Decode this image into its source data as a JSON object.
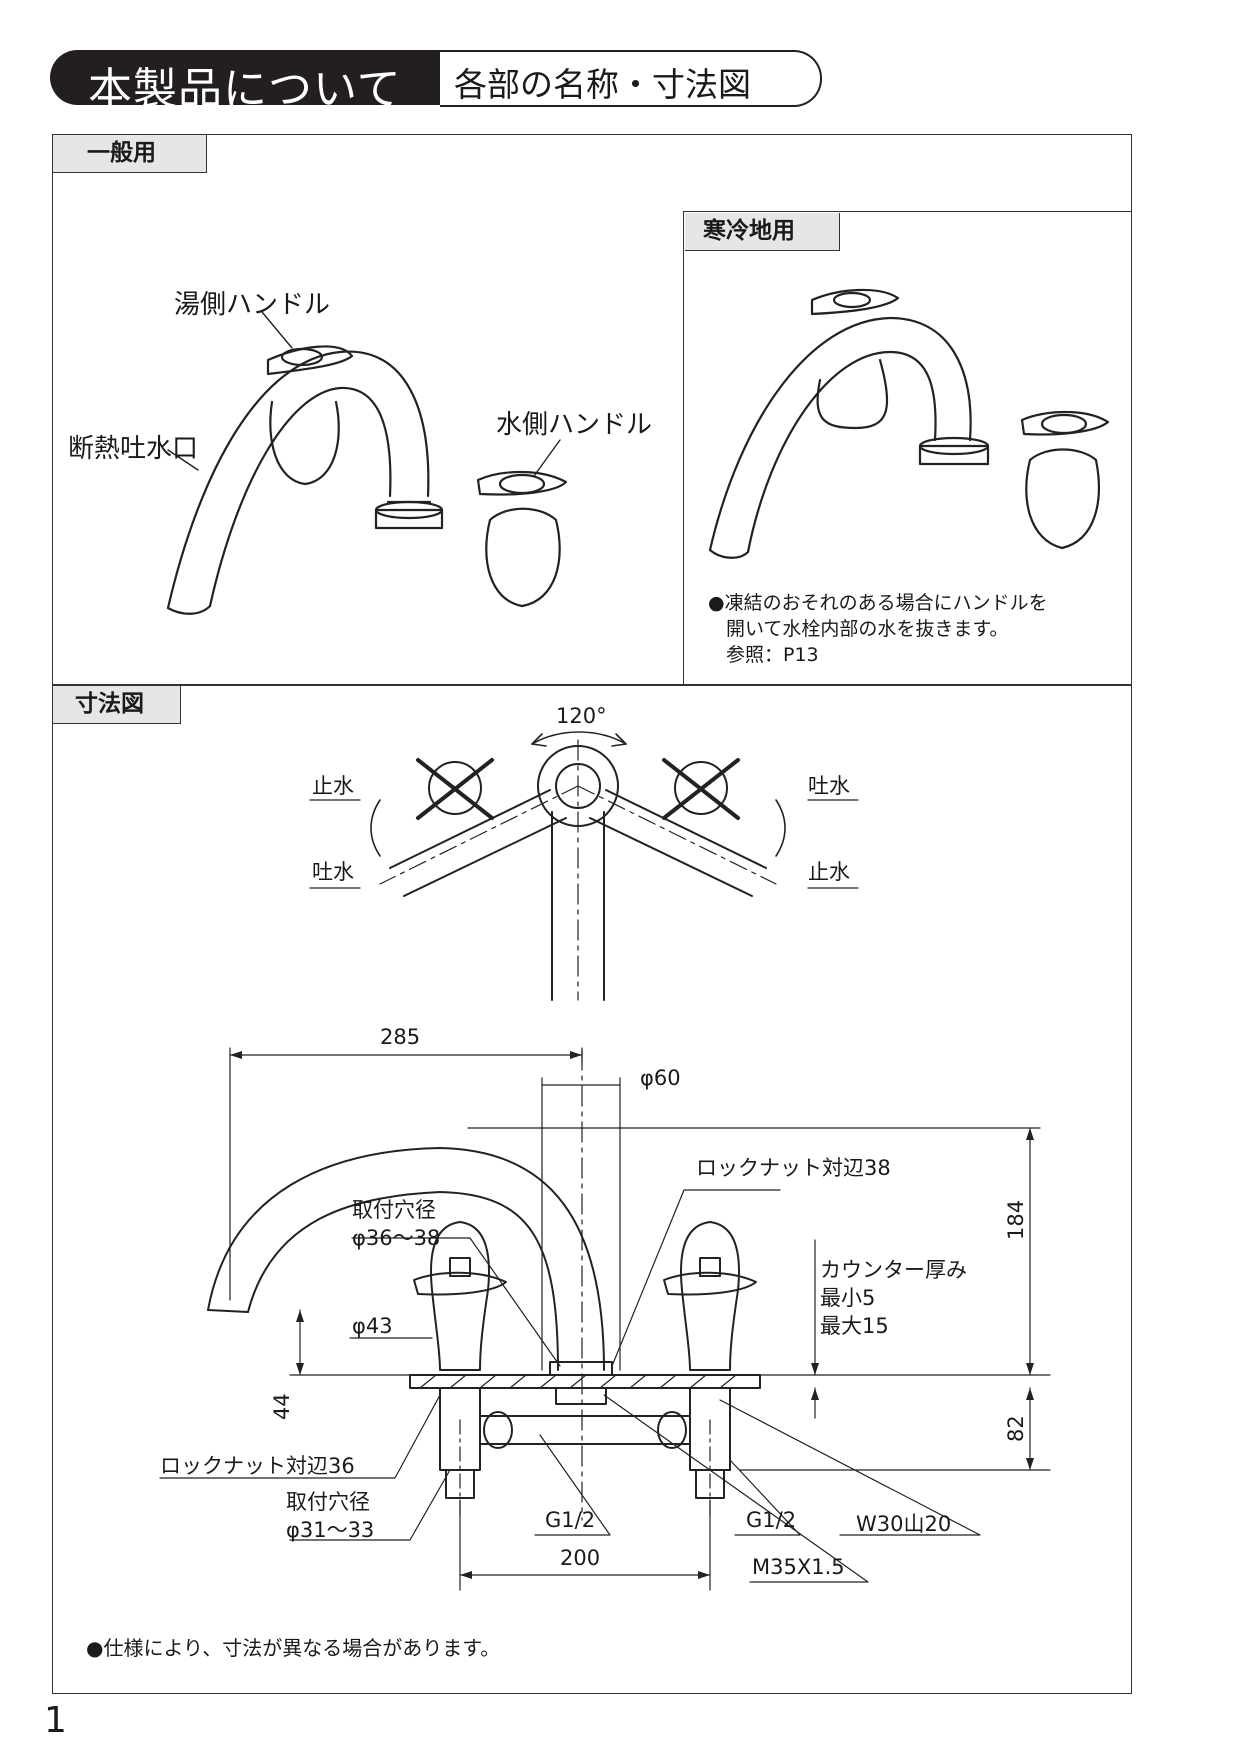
{
  "header": {
    "title": "本製品について",
    "subtitle": "各部の名称・寸法図"
  },
  "general": {
    "tab": "一般用",
    "labels": {
      "hot_handle": "湯側ハンドル",
      "spout": "断熱吐水口",
      "cold_handle": "水側ハンドル"
    }
  },
  "cold_region": {
    "tab": "寒冷地用",
    "note_lines": [
      "●凍結のおそれのある場合にハンドルを",
      "開いて水栓内部の水を抜きます。",
      "参照：P13"
    ]
  },
  "dimensions": {
    "tab": "寸法図",
    "top_view": {
      "angle": "120°",
      "left_top": "止水",
      "left_bottom": "吐水",
      "right_top": "吐水",
      "right_bottom": "止水"
    },
    "front_view": {
      "spout_reach": "285",
      "base_diameter": "φ60",
      "lock_nut_38": "ロックナット対辺38",
      "hole_label_top": "取付穴径",
      "hole_range_top": "φ36～38",
      "handle_base": "φ43",
      "counter_thickness": "カウンター厚み",
      "counter_min": "最小5",
      "counter_max": "最大15",
      "height_184": "184",
      "height_44": "44",
      "depth_82": "82",
      "lock_nut_36": "ロックナット対辺36",
      "hole_label_bottom": "取付穴径",
      "hole_range_bottom": "φ31～33",
      "thread_left": "G1/2",
      "thread_right": "G1/2",
      "thread_w30": "W30山20",
      "thread_m35": "M35X1.5",
      "spacing": "200"
    },
    "footnote": "●仕様により、寸法が異なる場合があります。"
  },
  "page_number": "1"
}
